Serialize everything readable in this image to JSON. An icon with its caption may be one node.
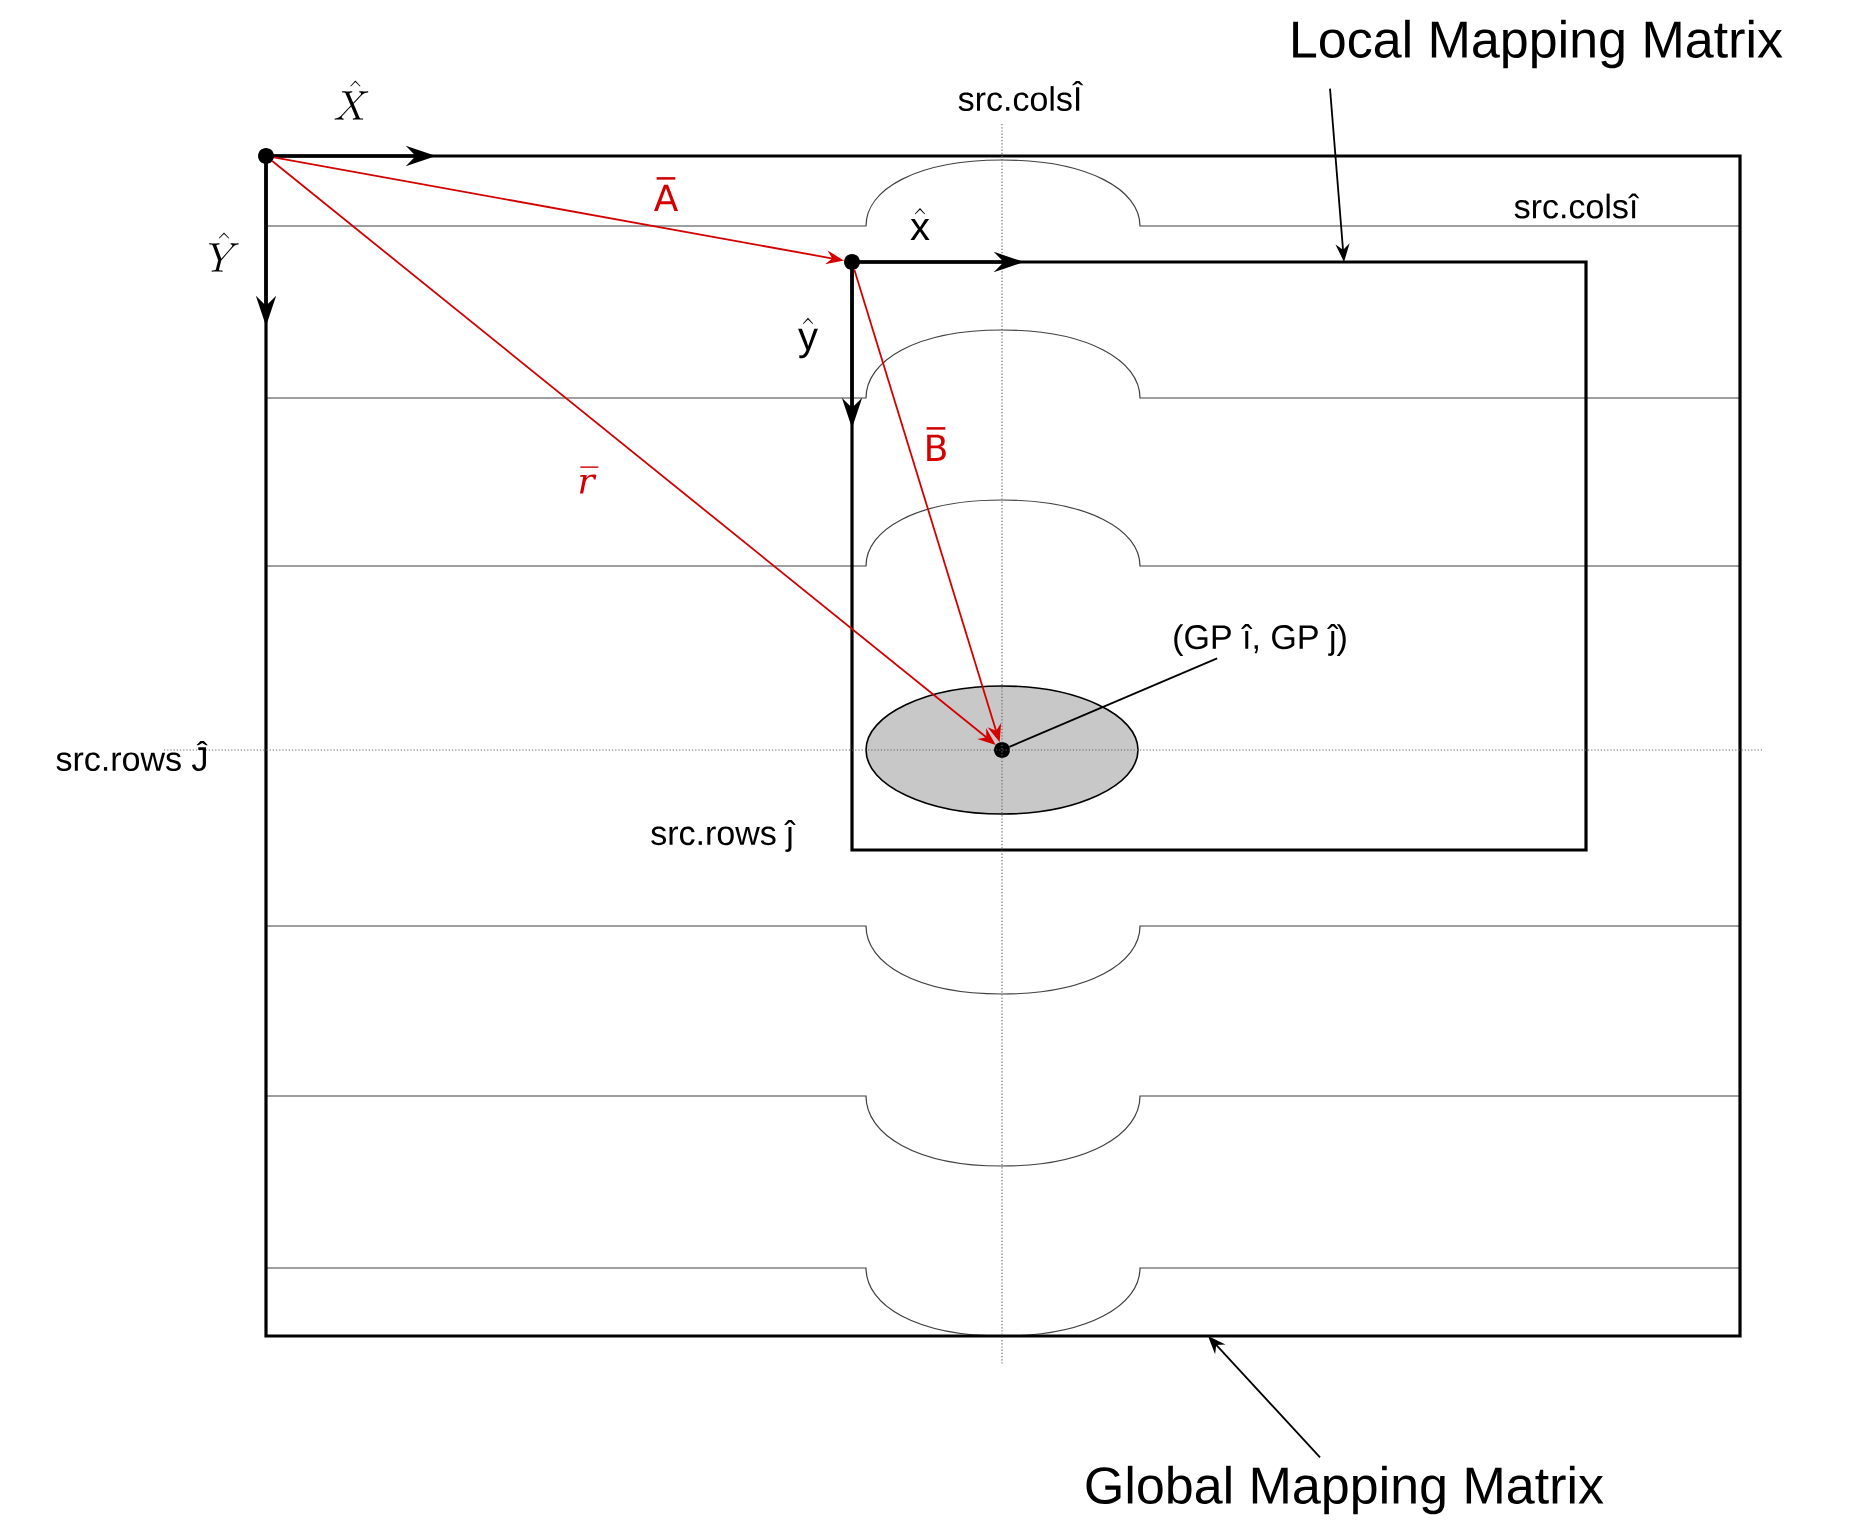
{
  "diagram": {
    "nodes": [
      {
        "text": [],
        "shape": "box"
      },
      {
        "text": [],
        "shape": "box",
        "in": 0
      },
      {
        "text": [],
        "shape": "ellipse",
        "in": 1
      },
      {
        "text": [],
        "shape": "circle"
      },
      {
        "text": [],
        "shape": "circle",
        "in": 0
      },
      {
        "text": [],
        "shape": "circle",
        "in": 2
      },
      {
        "text": [
          "Local Mapping Matrix"
        ]
      },
      {
        "text": [
          "(GP î, GP ĵ)"
        ],
        "in": 1
      },
      {
        "text": [
          "Global Mapping Matrix"
        ]
      }
    ],
    "edges": [
      {
        "from": 3,
        "to": 4,
        "arrow": "to",
        "label": "A̅",
        "color": "#d40000"
      },
      {
        "from": 3,
        "to": 5,
        "arrow": "to",
        "label": "r̅",
        "color": "#d40000"
      },
      {
        "from": 4,
        "to": 5,
        "arrow": "to",
        "label": "B̅",
        "color": "#d40000"
      },
      {
        "from": 6,
        "to": 1,
        "arrow": "to",
        "color": "#000000"
      },
      {
        "from": 7,
        "to": 5,
        "arrow": "none",
        "color": "#000000"
      },
      {
        "from": 8,
        "to": 0,
        "arrow": "to",
        "color": "#000000"
      }
    ],
    "labels": [
      "\\hat{X}",
      "src.colsÎ",
      "src.colsî",
      "\\hat{\\mathrm{x}}",
      "\\hat{Y}",
      "\\hat{\\mathrm{y}}",
      "src.rows Ĵ",
      "src.rows ĵ"
    ]
  }
}
